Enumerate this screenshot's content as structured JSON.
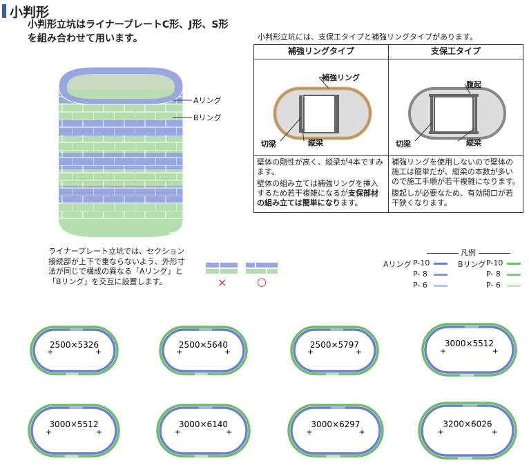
{
  "title": "小判形",
  "intro_line1": "小判形立坑はライナープレートC形、J形、S形",
  "intro_line2": "を組み合わせて用います。",
  "table_note": "小判形立坑には、支保工タイプと補強リングタイプがあります。",
  "table": {
    "col1_header": "補強リングタイプ",
    "col2_header": "支保工タイプ",
    "col1_labels": {
      "ring": "補強リング",
      "cut": "切梁",
      "vertical": "縦梁"
    },
    "col2_labels": {
      "bulge": "腹起",
      "cut": "切梁",
      "vertical": "縦梁"
    },
    "col1_desc_p1": "壁体の剛性が高く、縦梁が4本ですみます。",
    "col1_desc_p2_plain": "壁体の組み立ては補強リングを挿入するため若干複雑になるが",
    "col1_desc_p2_bold": "支保部材の組み立ては簡単になり",
    "col1_desc_p2_end": "ます。",
    "col2_desc_p1": "補強リングを使用しないので壁体の施工は簡単だが、縦梁の本数が多いので施工手順が若干複雑になります。",
    "col2_desc_p2": "腹起しが必要なため、有効開口が若干狭くなります。"
  },
  "cylinder_labels": {
    "a": "Aリング",
    "b": "Bリング"
  },
  "note_lines": [
    "ライナープレート立坑では、セクション",
    "接続部が上下で重ならないよう、外形寸",
    "法が同じで構成の異なる「Aリング」と",
    "「Bリング」を交互に設置します。"
  ],
  "marks": {
    "bad": "×",
    "good": "○"
  },
  "legend": {
    "title": "凡例",
    "a_label": "Aリング",
    "b_label": "Bリング",
    "rows": [
      "P-10",
      "P- 8",
      "P- 6"
    ]
  },
  "colors": {
    "blue": "#6b7fd0",
    "blue_light": "#a9b5e6",
    "green": "#6bbd6a",
    "green_light": "#bfe3b9",
    "title_bar": "#3e5ba8"
  },
  "shafts": [
    "2500×5326",
    "2500×5640",
    "2500×5797",
    "3000×5512",
    "3000×5512",
    "3000×6140",
    "3000×6297",
    "3200×6026"
  ]
}
